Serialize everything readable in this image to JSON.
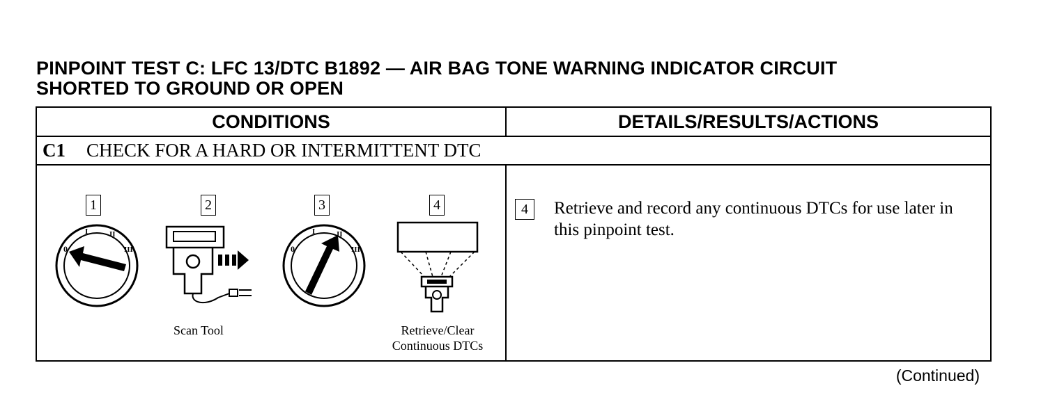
{
  "title": {
    "line1": "PINPOINT TEST C:  LFC 13/DTC B1892 — AIR BAG TONE WARNING INDICATOR CIRCUIT",
    "line2": "SHORTED TO GROUND OR OPEN"
  },
  "table": {
    "headers": [
      "CONDITIONS",
      "DETAILS/RESULTS/ACTIONS"
    ],
    "step": {
      "code": "C1",
      "label": "CHECK FOR A HARD OR INTERMITTENT DTC"
    },
    "conditions": [
      {
        "number": "1",
        "icon": "ignition-off-icon",
        "caption": ""
      },
      {
        "number": "2",
        "icon": "scan-tool-icon",
        "caption": "Scan Tool"
      },
      {
        "number": "3",
        "icon": "ignition-run-icon",
        "caption": ""
      },
      {
        "number": "4",
        "icon": "retrieve-clear-dtcs-icon",
        "caption_line1": "Retrieve/Clear",
        "caption_line2": "Continuous DTCs"
      }
    ],
    "action": {
      "number": "4",
      "text": "Retrieve and record any continuous DTCs for use later in this pinpoint test."
    }
  },
  "footer": {
    "continued": "(Continued)"
  }
}
